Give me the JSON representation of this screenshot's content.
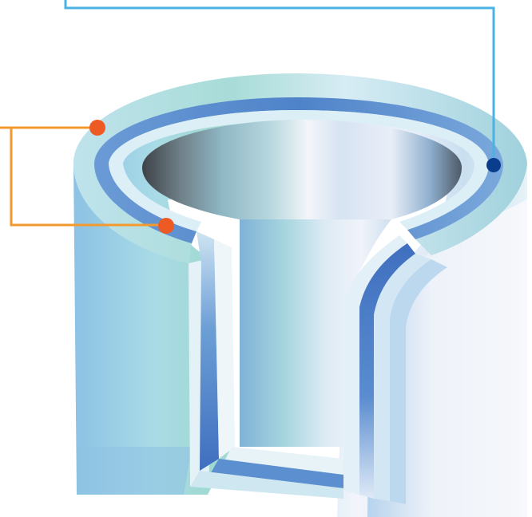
{
  "diagram": {
    "subject": "layered-tube-cutaway",
    "layers": [
      "outer-layer",
      "middle-layer",
      "inner-layer"
    ],
    "callouts": [
      {
        "name": "outer-layer-callout",
        "side": "right"
      },
      {
        "name": "middle-layer-callout",
        "side": "left"
      },
      {
        "name": "inner-layer-callout",
        "side": "left"
      }
    ],
    "colors": {
      "outer_callout_line": "#4bb3e3",
      "outer_callout_marker": "#0a3e8c",
      "left_callout_line": "#f29a2e",
      "left_callout_marker": "#ee5a24",
      "tube_light": "#d8eff4",
      "tube_teal": "#9fdcd3",
      "tube_blue": "#5b8fcf",
      "tube_deep": "#3f6fbf",
      "bore_dark": "#4a4f55"
    }
  }
}
